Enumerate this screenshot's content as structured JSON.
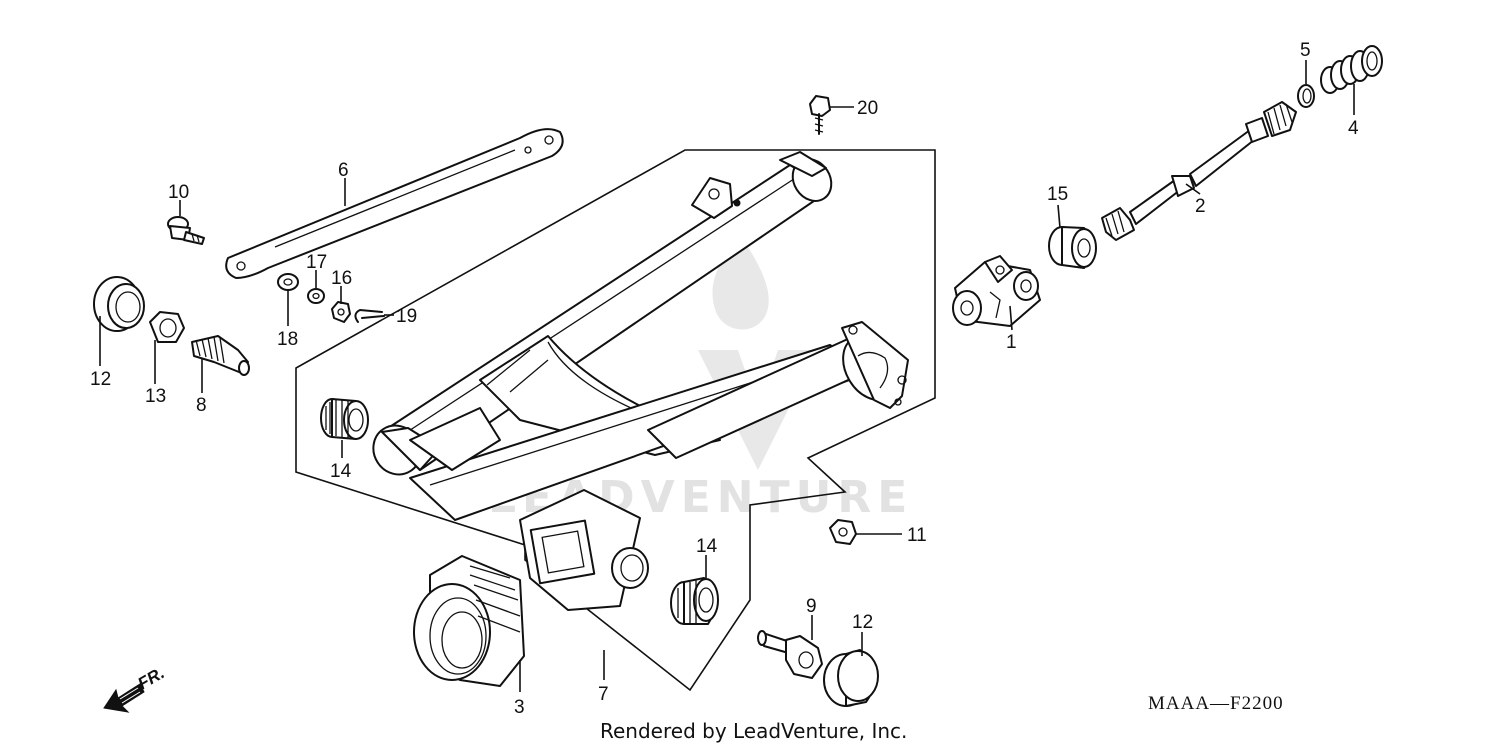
{
  "diagram": {
    "callouts": {
      "c1": "1",
      "c2": "2",
      "c3": "3",
      "c4": "4",
      "c5": "5",
      "c6": "6",
      "c7": "7",
      "c8": "8",
      "c9": "9",
      "c10": "10",
      "c11": "11",
      "c12a": "12",
      "c12b": "12",
      "c13": "13",
      "c14a": "14",
      "c14b": "14",
      "c15": "15",
      "c16": "16",
      "c17": "17",
      "c18": "18",
      "c19": "19",
      "c20": "20"
    },
    "diagram_code": "MAAA—F2200",
    "front_indicator": "FR.",
    "credit": "Rendered by LeadVenture, Inc.",
    "watermark_text": "LEADVENTURE"
  }
}
